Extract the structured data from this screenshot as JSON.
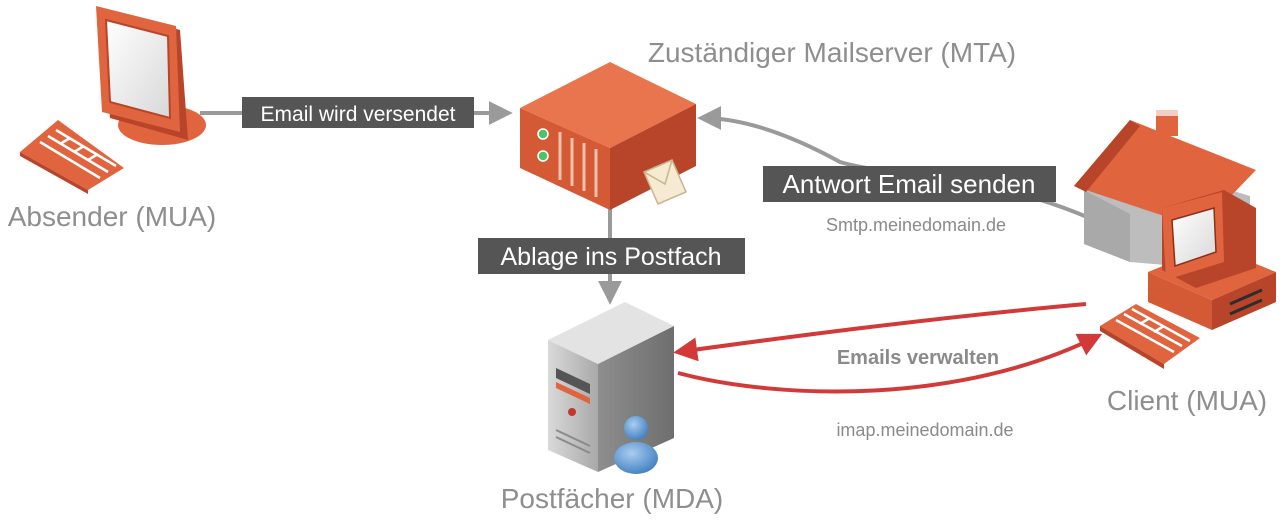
{
  "nodes": {
    "sender": {
      "label": "Absender (MUA)"
    },
    "mta": {
      "label": "Zuständiger Mailserver (MTA)"
    },
    "mda": {
      "label": "Postfächer (MDA)"
    },
    "client": {
      "label": "Client (MUA)"
    }
  },
  "edges": {
    "send": {
      "label": "Email wird versendet"
    },
    "store": {
      "label": "Ablage ins Postfach"
    },
    "reply": {
      "label": "Antwort Email senden",
      "host": "Smtp.meinedomain.de"
    },
    "manage": {
      "label": "Emails verwalten",
      "host": "imap.meinedomain.de"
    }
  },
  "colors": {
    "accent": "#e0653f",
    "accent_dark": "#b8442a",
    "label_box": "#555555",
    "connector_gray": "#9a9a9a",
    "connector_red": "#d23a3a",
    "label_text": "#8e8e8e",
    "server_gray": "#b8b8b8",
    "user_blue": "#4c8fcf"
  },
  "icons": [
    "desktop-computer-icon",
    "keyboard-icon",
    "mail-server-icon",
    "envelope-icon",
    "tower-server-icon",
    "user-icon",
    "house-icon"
  ]
}
